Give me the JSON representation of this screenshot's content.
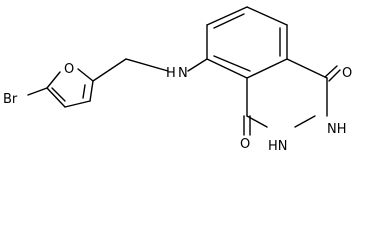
{
  "molecule": {
    "atoms": {
      "br": "Br",
      "o_furan": "O",
      "n_amine": "N",
      "h_amine": "H",
      "o_top": "O",
      "o_bottom": "O",
      "nh_upper": "NH",
      "hn_lower": "HN"
    }
  },
  "colors": {
    "bond": "#000000",
    "label": "#000000",
    "background": "#ffffff"
  }
}
